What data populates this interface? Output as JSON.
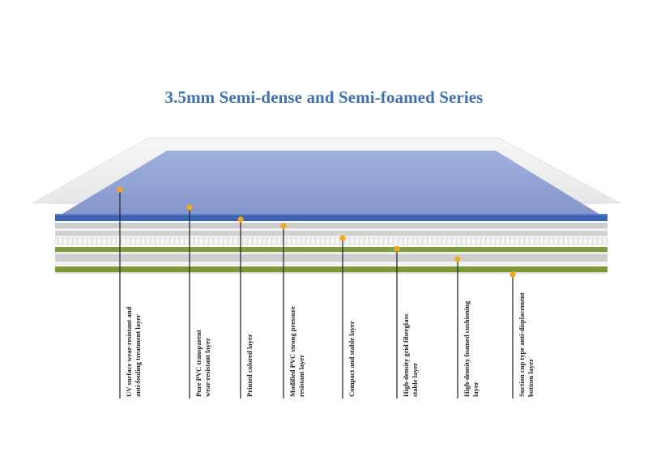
{
  "title": "3.5mm Semi-dense and Semi-foamed Series",
  "colors": {
    "title": "#3f6fb6",
    "surface": "#8d9ed2",
    "blue_layer": "#3c63b4",
    "green_layer": "#7f9f3c",
    "gray_layer": "#c9c9c9",
    "marker": "#f2a81c",
    "leader_line": "#2b2b2b"
  },
  "layers": [
    {
      "lines": [
        "UV surface wear-resistant and",
        "anti-fouling treatment layer"
      ]
    },
    {
      "lines": [
        "Pure PVC transparent",
        "wear-resistant layer"
      ]
    },
    {
      "lines": [
        "Printed colored layer"
      ]
    },
    {
      "lines": [
        "Modified PVC strong pressure",
        "resistant layer"
      ]
    },
    {
      "lines": [
        "Compact and stable layer"
      ]
    },
    {
      "lines": [
        "High-density grid fiberglass",
        "stable layer"
      ]
    },
    {
      "lines": [
        "High-density foamed cushioning",
        "layer"
      ]
    },
    {
      "lines": [
        "Suction cup type anti-displacement",
        "bottom layer"
      ]
    }
  ]
}
